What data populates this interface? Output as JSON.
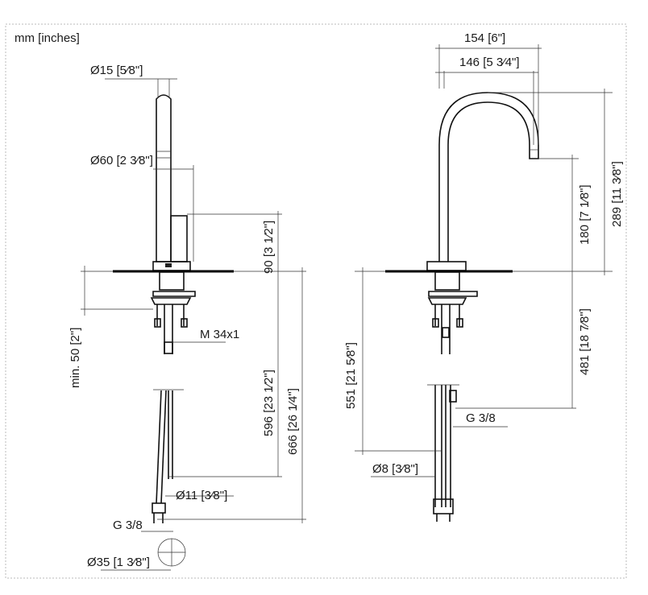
{
  "units_label": "mm [inches]",
  "left_view": {
    "dim_diameter_top": "Ø15 [5⁄8\"]",
    "dim_diameter_body": "Ø60 [2 3⁄8\"]",
    "dim_handle_height": "90 [3 1⁄2\"]",
    "dim_min_thickness": "min. 50 [2\"]",
    "dim_thread": "M 34x1",
    "dim_below_596": "596 [23 1⁄2\"]",
    "dim_below_666": "666 [26 1⁄4\"]",
    "dim_hose_diameter": "Ø11 [3⁄8\"]",
    "dim_connection": "G 3/8",
    "dim_hole_diameter": "Ø35 [1 3⁄8\"]"
  },
  "right_view": {
    "dim_reach_outer": "154 [6\"]",
    "dim_reach_inner": "146 [5 3⁄4\"]",
    "dim_total_height": "289 [11 3⁄8\"]",
    "dim_spout_height": "180 [7 1⁄8\"]",
    "dim_hose_length": "481 [18 7⁄8\"]",
    "dim_below_551": "551 [21 5⁄8\"]",
    "dim_connection": "G 3/8",
    "dim_hose_diameter": "Ø8 [3⁄8\"]"
  }
}
